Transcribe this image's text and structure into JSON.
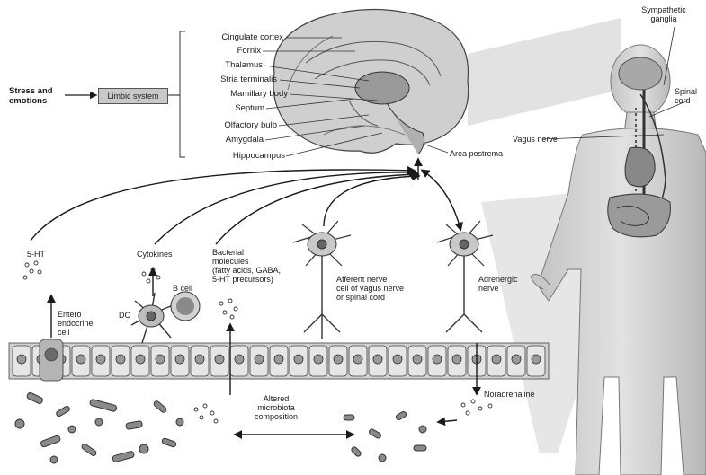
{
  "input": {
    "stress_label": "Stress and\nemotions",
    "limbic_label": "Limbic system"
  },
  "brain_structures": [
    "Cingulate cortex",
    "Fornix",
    "Thalamus",
    "Stria terminalis",
    "Mamillary body",
    "Septum",
    "Olfactory bulb",
    "Amygdala",
    "Hippocampus"
  ],
  "brain_extra": {
    "area_postrema": "Area postrema"
  },
  "body_labels": {
    "sympathetic": "Sympathetic\nganglia",
    "spinal": "Spinal\ncord",
    "vagus": "Vagus nerve"
  },
  "gut_labels": {
    "serotonin": "5-HT",
    "cytokines": "Cytokines",
    "bacterial": "Bacterial\nmolecules\n(fatty acids, GABA,\n5-HT precursors)",
    "b_cell": "B cell",
    "dc": "DC",
    "enteroendocrine": "Entero\nendocrine\ncell",
    "afferent": "Afferent nerve\ncell of vagus nerve\nor spinal cord",
    "adrenergic": "Adrenergic\nnerve",
    "noradrenaline": "Noradrenaline",
    "microbiota": "Altered\nmicrobiota\ncomposition"
  }
}
